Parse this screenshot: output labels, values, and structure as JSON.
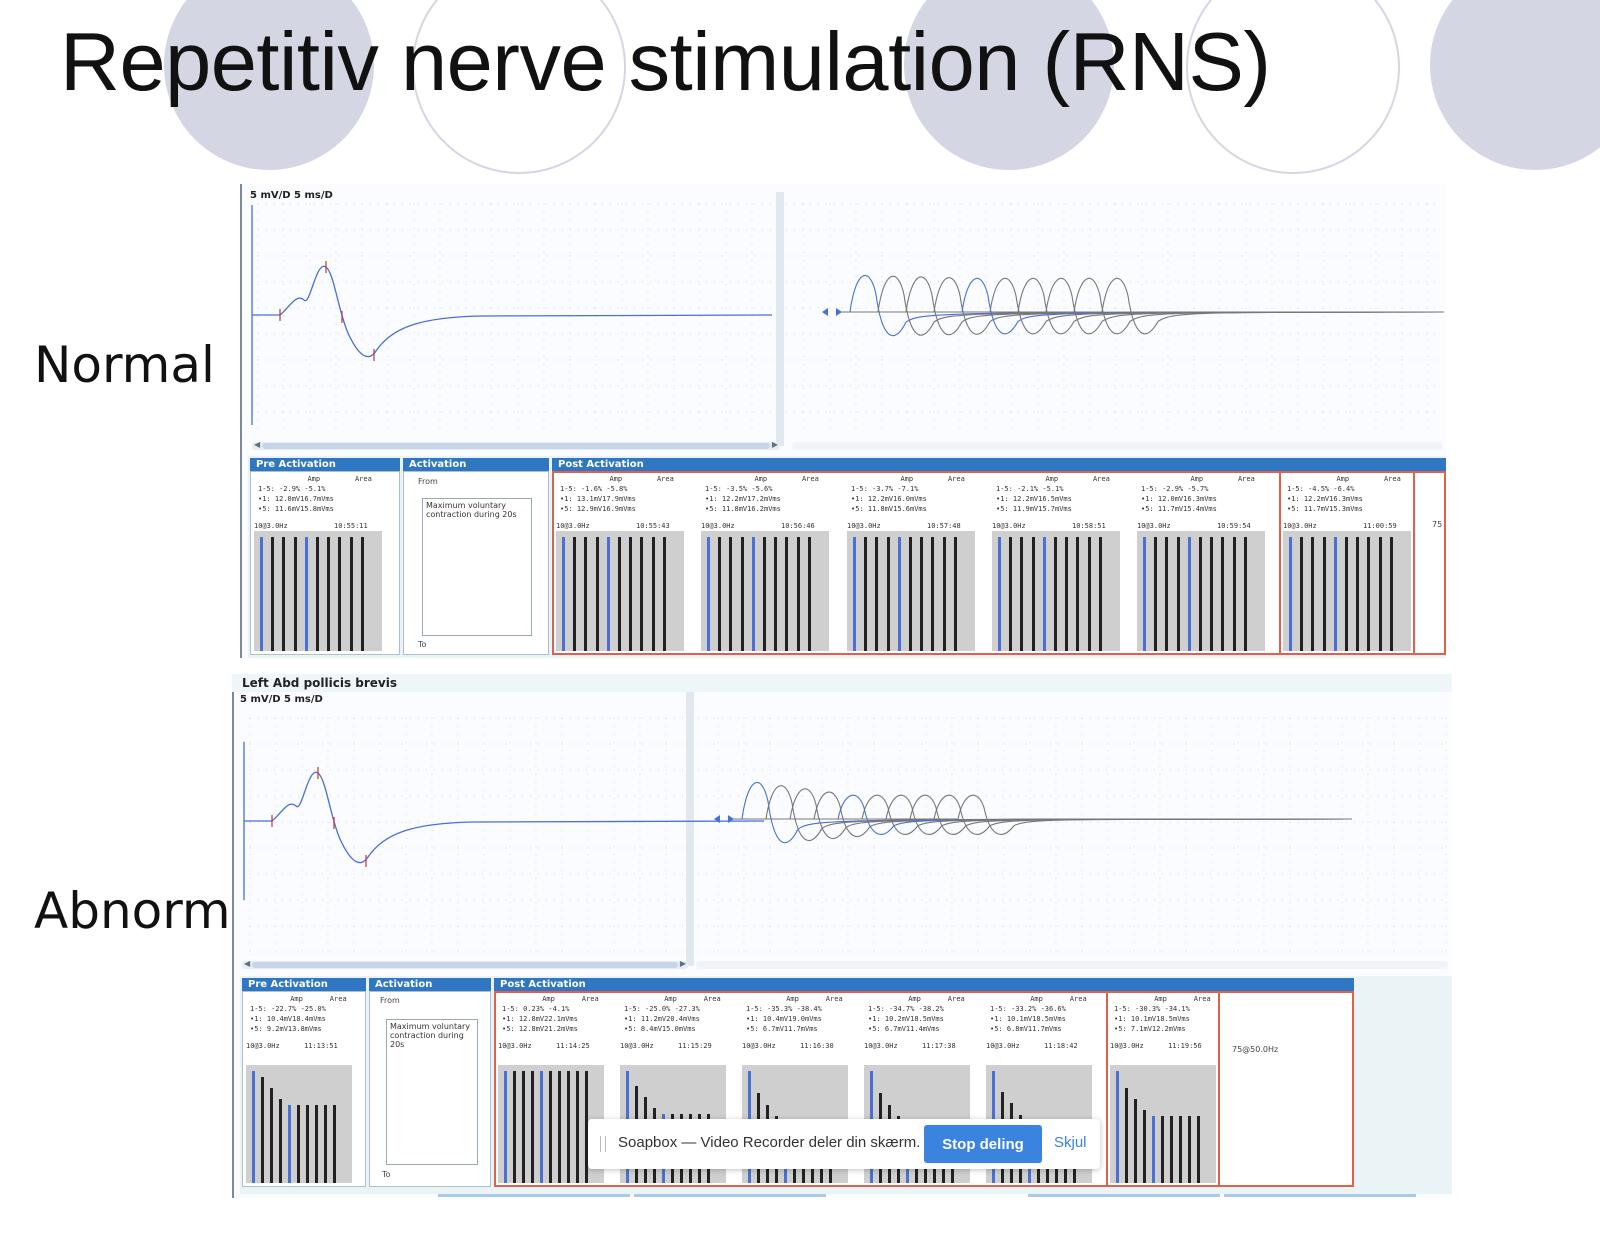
{
  "slide": {
    "title": "Repetitiv nerve stimulation (RNS)",
    "labels": {
      "normal": "Normal",
      "abnormal": "Abnorm"
    }
  },
  "normal_panel": {
    "scale": "5 mV/D 5 ms/D",
    "sections": {
      "pre": "Pre Activation",
      "act": "Activation",
      "post": "Post Activation"
    },
    "activation": {
      "from": "From",
      "text": "Maximum voluntary contraction during 20s",
      "to": "To"
    },
    "col_amp": "Amp",
    "col_area": "Area",
    "cards": [
      {
        "r1": "1-5:  -2.9%   -5.1%",
        "r2": "•1:  12.0mV16.7mVms",
        "r3": "•5:  11.6mV15.8mVms",
        "rate": "10@3.0Hz",
        "time": "10:55:11"
      },
      {
        "r1": "1-5:  -1.6%   -5.8%",
        "r2": "•1:  13.1mV17.9mVms",
        "r3": "•5:  12.9mV16.9mVms",
        "rate": "10@3.0Hz",
        "time": "10:55:43"
      },
      {
        "r1": "1-5:  -3.5%   -5.6%",
        "r2": "•1:  12.2mV17.2mVms",
        "r3": "•5:  11.8mV16.2mVms",
        "rate": "10@3.0Hz",
        "time": "10:56:46"
      },
      {
        "r1": "1-5:  -3.7%   -7.1%",
        "r2": "•1:  12.2mV16.0mVms",
        "r3": "•5:  11.8mV15.6mVms",
        "rate": "10@3.0Hz",
        "time": "10:57:48"
      },
      {
        "r1": "1-5:  -2.1%   -5.1%",
        "r2": "•1:  12.2mV16.5mVms",
        "r3": "•5:  11.9mV15.7mVms",
        "rate": "10@3.0Hz",
        "time": "10:58:51"
      },
      {
        "r1": "1-5:  -2.9%   -5.7%",
        "r2": "•1:  12.0mV16.3mVms",
        "r3": "•5:  11.7mV15.4mVms",
        "rate": "10@3.0Hz",
        "time": "10:59:54"
      },
      {
        "r1": "1-5:  -4.5%   -6.4%",
        "r2": "•1:  12.2mV16.3mVms",
        "r3": "•5:  11.7mV15.3mVms",
        "rate": "10@3.0Hz",
        "time": "11:00:59"
      }
    ],
    "extra_rate": "75"
  },
  "abnormal_panel": {
    "muscle": "Left Abd pollicis brevis",
    "scale": "5 mV/D 5 ms/D",
    "sections": {
      "pre": "Pre Activation",
      "act": "Activation",
      "post": "Post Activation"
    },
    "activation": {
      "from": "From",
      "text": "Maximum voluntary contraction during 20s",
      "to": "To"
    },
    "col_amp": "Amp",
    "col_area": "Area",
    "cards": [
      {
        "r1": "1-5: -22.7%  -25.0%",
        "r2": "•1:  10.4mV18.4mVms",
        "r3": "•5:   9.2mV13.8mVms",
        "rate": "10@3.0Hz",
        "time": "11:13:51"
      },
      {
        "r1": "1-5:  0.23%   -4.1%",
        "r2": "•1:  12.8mV22.1mVms",
        "r3": "•5:  12.8mV21.2mVms",
        "rate": "10@3.0Hz",
        "time": "11:14:25"
      },
      {
        "r1": "1-5: -25.0%  -27.3%",
        "r2": "•1:  11.2mV20.4mVms",
        "r3": "•5:   8.4mV15.0mVms",
        "rate": "10@3.0Hz",
        "time": "11:15:29"
      },
      {
        "r1": "1-5: -35.3%  -38.4%",
        "r2": "•1:  10.4mV19.0mVms",
        "r3": "•5:   6.7mV11.7mVms",
        "rate": "10@3.0Hz",
        "time": "11:16:30"
      },
      {
        "r1": "1-5: -34.7%  -38.2%",
        "r2": "•1:  10.2mV18.5mVms",
        "r3": "•5:   6.7mV11.4mVms",
        "rate": "10@3.0Hz",
        "time": "11:17:38"
      },
      {
        "r1": "1-5: -33.2%  -36.6%",
        "r2": "•1:  10.1mV18.5mVms",
        "r3": "•5:   6.8mV11.7mVms",
        "rate": "10@3.0Hz",
        "time": "11:18:42"
      },
      {
        "r1": "1-5: -30.3%  -34.1%",
        "r2": "•1:  10.1mV18.5mVms",
        "r3": "•5:   7.1mV12.2mVms",
        "rate": "10@3.0Hz",
        "time": "11:19:56"
      }
    ],
    "extra_rate": "75@50.0Hz"
  },
  "share_bar": {
    "message": "Soapbox — Video Recorder deler din skærm.",
    "stop": "Stop deling",
    "hide": "Skjul"
  },
  "colors": {
    "trace_blue": "#4a6fd6",
    "trace_grey": "#777777",
    "header_blue": "#2f77c2",
    "highlight_red": "#e0604e"
  }
}
